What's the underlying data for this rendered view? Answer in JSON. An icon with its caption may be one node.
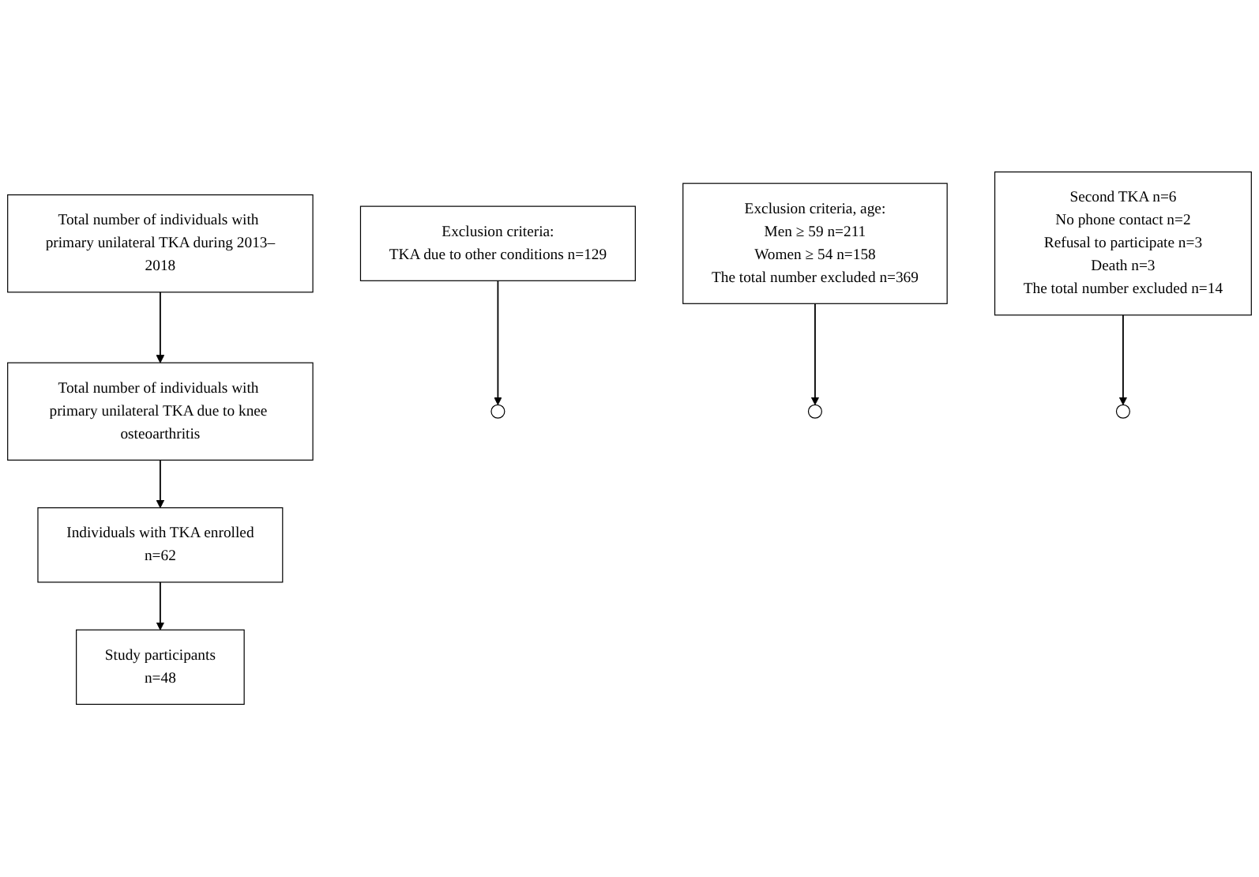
{
  "diagram": {
    "nodes": [
      {
        "text": [
          "Total number of individuals with primary unilateral TKA during 2013–2018"
        ]
      },
      {
        "text": [
          "Total number of individuals with primary unilateral TKA due to knee osteoarthritis"
        ]
      },
      {
        "text": [
          "Individuals with TKA enrolled",
          "n=62"
        ]
      },
      {
        "text": [
          "Study participants",
          "n=48"
        ]
      },
      {
        "text": [
          "Exclusion criteria:",
          "TKA due to other conditions n=129"
        ]
      },
      {
        "text": [
          "Exclusion criteria, age:",
          "Men ≥ 59 n=211",
          "Women ≥ 54 n=158",
          "The total number excluded n=369"
        ]
      },
      {
        "text": [
          "Second TKA n=6",
          "No phone contact n=2",
          "Refusal to participate n=3",
          "Death n=3",
          "The total number excluded n=14"
        ]
      }
    ],
    "edges": [
      {
        "from": 0,
        "to": 1,
        "arrow": "to"
      },
      {
        "from": 4,
        "to": null,
        "arrow": "to"
      },
      {
        "from": 1,
        "to": 2,
        "arrow": "to"
      },
      {
        "from": 5,
        "to": null,
        "arrow": "to"
      },
      {
        "from": 2,
        "to": 3,
        "arrow": "to"
      },
      {
        "from": 6,
        "to": null,
        "arrow": "to"
      }
    ]
  }
}
